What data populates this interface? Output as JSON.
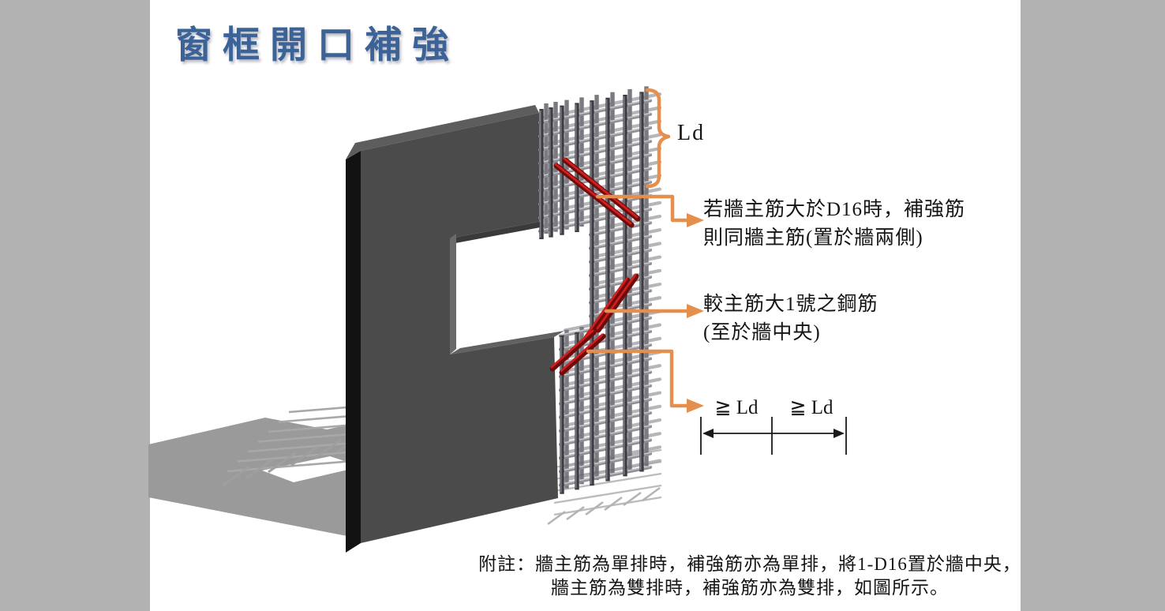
{
  "slide": {
    "title": "窗框開口補強",
    "title_color": "#3b6397",
    "side_band_color": "#b2b2b2",
    "background": "#ffffff"
  },
  "diagram": {
    "ld_label": "Ld",
    "annotations": {
      "wall_bar": {
        "line1": "若牆主筋大於D16時，補強筋",
        "line2": "則同牆主筋(置於牆兩側)"
      },
      "center_bar": {
        "line1": "較主筋大1號之鋼筋",
        "line2": "(至於牆中央)"
      },
      "dim_left": "≧  Ld",
      "dim_right": "≧  Ld"
    },
    "colors": {
      "leader_orange": "#e58f4e",
      "rebar_red": "#b01212",
      "rebar_gray": "#4a4a50",
      "wall_gray": "#4b4b4b",
      "shadow_gray": "#9a9a9a"
    }
  },
  "note": {
    "line1": "附註：牆主筋為單排時，補強筋亦為單排，將1-D16置於牆中央，",
    "line2": "牆主筋為雙排時，補強筋亦為雙排，如圖所示。"
  }
}
